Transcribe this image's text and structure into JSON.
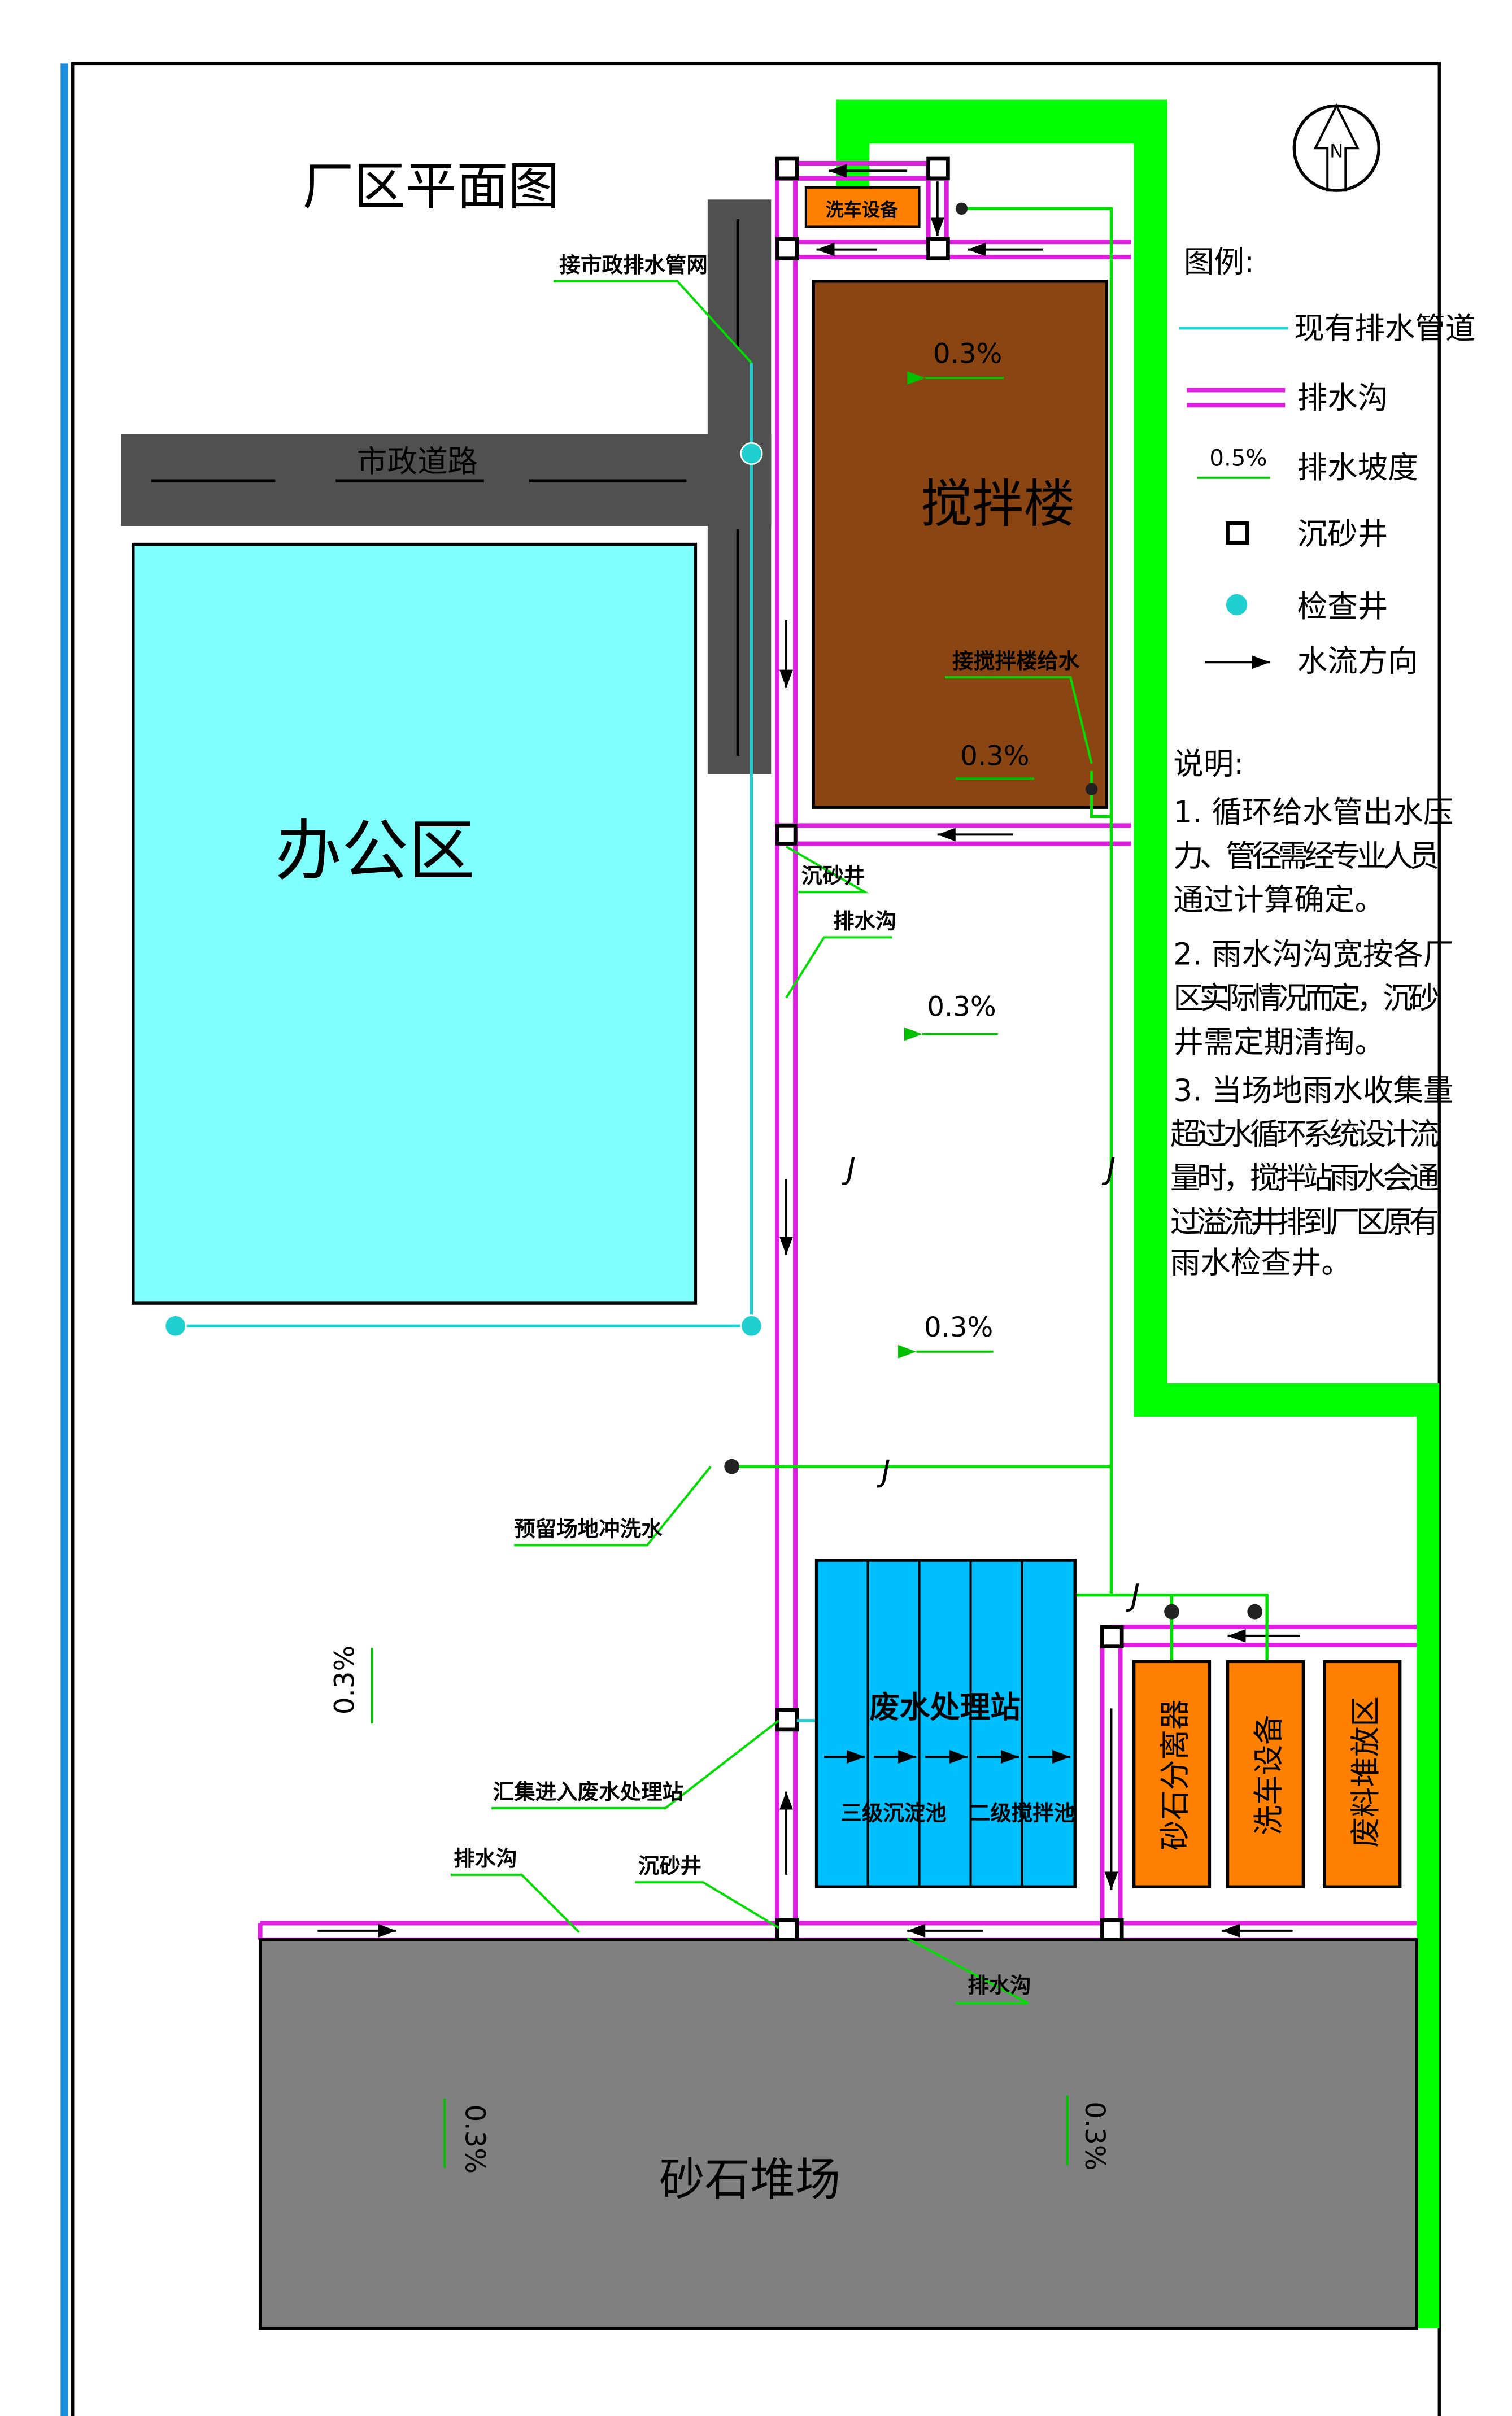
{
  "title": "厂区平面图",
  "areas": {
    "office": "办公区",
    "mixing_building": "搅拌楼",
    "car_wash_top": "洗车设备",
    "road": "市政道路",
    "wastewater_station": "废水处理站",
    "sedimentation": "三级沉淀池",
    "stirring": "二级搅拌池",
    "sand_separator": "砂石分离器",
    "car_wash": "洗车设备",
    "waste_area": "废料堆放区",
    "gravel_yard": "砂石堆场"
  },
  "labels": {
    "municipal": "接市政排水管网",
    "mixing_supply": "接搅拌楼给水",
    "sand_well": "沉砂井",
    "drain1": "排水沟",
    "flush": "预留场地冲洗水",
    "collect": "汇集进入废水处理站",
    "drain2": "排水沟",
    "sand_well2": "沉砂井",
    "drain3": "排水沟",
    "pipe_mark": "J"
  },
  "slopes": [
    "0.3%",
    "0.3%",
    "0.3%",
    "0.3%",
    "0.3%",
    "0.3%",
    "0.3%"
  ],
  "compass": "N",
  "legend": {
    "title": "图例:",
    "items": [
      "现有排水管道",
      "排水沟",
      "排水坡度",
      "沉砂井",
      "检查井",
      "水流方向"
    ],
    "slope_sample": "0.5%"
  },
  "notes": {
    "title": "说明:",
    "lines": [
      "1. 循环给水管出水压",
      "力、管径需经专业人员",
      "通过计算确定。",
      "2. 雨水沟沟宽按各厂",
      "区实际情况而定，沉砂",
      "井需定期清掏。",
      "3. 当场地雨水收集量",
      "超过水循环系统设计流",
      "量时，搅拌站雨水会通",
      "过溢流井排到厂区原有",
      "雨水检查井。"
    ]
  },
  "colors": {
    "office": "#80FFFF",
    "mixing": "#8B4513",
    "orange": "#FF8000",
    "station": "#00BFFF",
    "grey": "#808080",
    "road": "#505050",
    "green": "#00FF00",
    "magenta": "#E020E0",
    "cyan": "#20D0D0"
  }
}
